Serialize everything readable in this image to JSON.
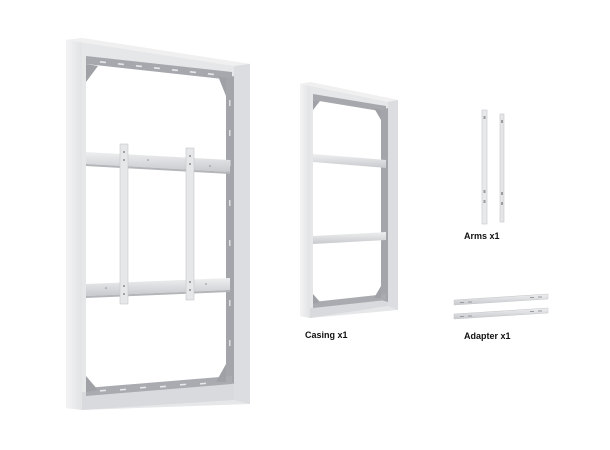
{
  "product": {
    "components": [
      {
        "id": "main-frame",
        "label": "",
        "description": "Assembled portrait wall mount frame with mounting arms and adapter rails"
      },
      {
        "id": "casing",
        "label": "Casing x1"
      },
      {
        "id": "arms",
        "label": "Arms x1"
      },
      {
        "id": "adapter",
        "label": "Adapter x1"
      }
    ]
  },
  "colors": {
    "background": "#ffffff",
    "frame_face": "#ebebed",
    "frame_side": "#d6d7da",
    "frame_inner": "#a9abb0",
    "rail": "#dcdde0",
    "label_text": "#111111"
  }
}
